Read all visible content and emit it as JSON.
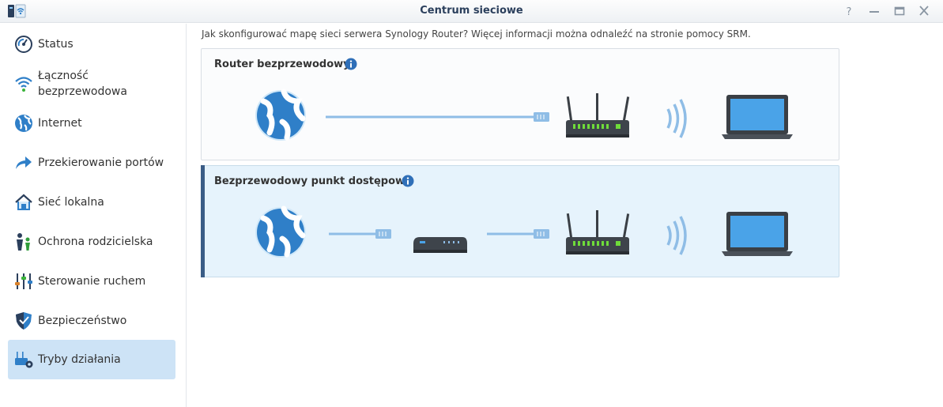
{
  "window": {
    "title": "Centrum sieciowe"
  },
  "sidebar": {
    "items": [
      {
        "label": "Status"
      },
      {
        "label": "Łączność",
        "label2": "bezprzewodowa"
      },
      {
        "label": "Internet"
      },
      {
        "label": "Przekierowanie portów"
      },
      {
        "label": "Sieć lokalna"
      },
      {
        "label": "Ochrona rodzicielska"
      },
      {
        "label": "Sterowanie ruchem"
      },
      {
        "label": "Bezpieczeństwo"
      },
      {
        "label": "Tryby działania"
      }
    ],
    "active_index": 8
  },
  "main": {
    "intro": "Jak skonfigurować mapę sieci serwera Synology Router? Więcej informacji można odnaleźć na stronie pomocy SRM.",
    "modes": [
      {
        "title": "Router bezprzewodowy",
        "selected": false
      },
      {
        "title": "Bezprzewodowy punkt dostępowy",
        "selected": true
      }
    ]
  },
  "colors": {
    "accent": "#3a5c86",
    "selected_bg": "#cde3f6",
    "globe_blue": "#2f7fc8",
    "led_green": "#6fdc3a",
    "laptop_screen": "#4aa3e8"
  }
}
